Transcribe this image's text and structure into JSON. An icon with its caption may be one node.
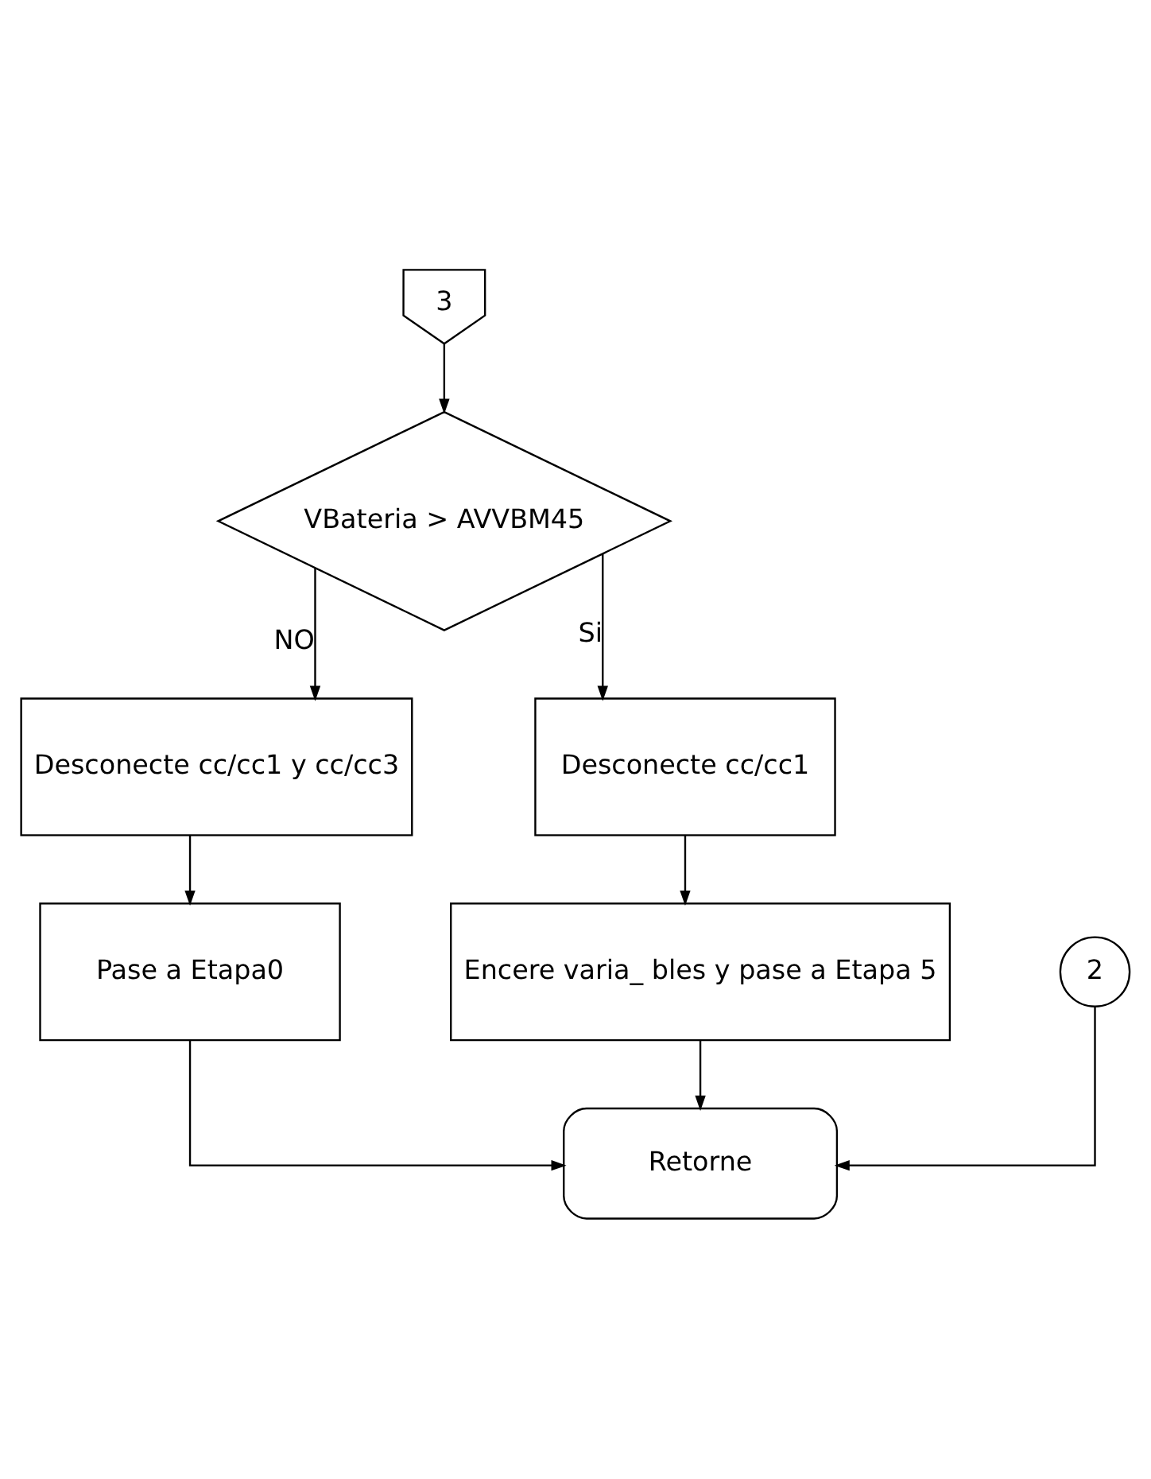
{
  "diagram": {
    "nodes": [
      {
        "text": [
          "3"
        ]
      },
      {
        "text": [
          "VBateria > AVVBM45"
        ]
      },
      {
        "text": [
          "Desconecte cc/cc1 y cc/cc3"
        ]
      },
      {
        "text": [
          "Pase a Etapa0"
        ]
      },
      {
        "text": [
          "Desconecte cc/cc1"
        ]
      },
      {
        "text": [
          "Encere varia_ bles y pase a Etapa 5"
        ]
      },
      {
        "text": [
          "2"
        ]
      },
      {
        "text": [
          "Retorne"
        ]
      }
    ],
    "edges": [
      {
        "from": 0,
        "to": 1,
        "arrow": "to"
      },
      {
        "from": 1,
        "to": 2,
        "label": "NO",
        "arrow": "to"
      },
      {
        "from": 1,
        "to": 4,
        "label": "Si",
        "arrow": "to"
      },
      {
        "from": 2,
        "to": 3,
        "arrow": "to"
      },
      {
        "from": 4,
        "to": 5,
        "arrow": "to"
      },
      {
        "from": 3,
        "to": 7,
        "arrow": "to"
      },
      {
        "from": 5,
        "to": 7,
        "arrow": "to"
      },
      {
        "from": 6,
        "to": 7,
        "arrow": "to"
      }
    ]
  }
}
